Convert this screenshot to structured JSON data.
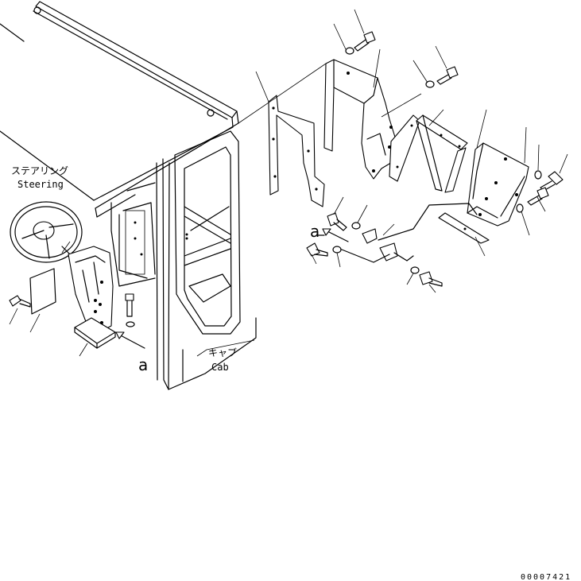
{
  "labels": {
    "steering_jp": "ステアリング",
    "steering_en": "Steering",
    "cab_jp": "キャブ",
    "cab_en": "Cab",
    "view_mark_1": "a",
    "view_mark_2": "a"
  },
  "figure_code": "00007421"
}
